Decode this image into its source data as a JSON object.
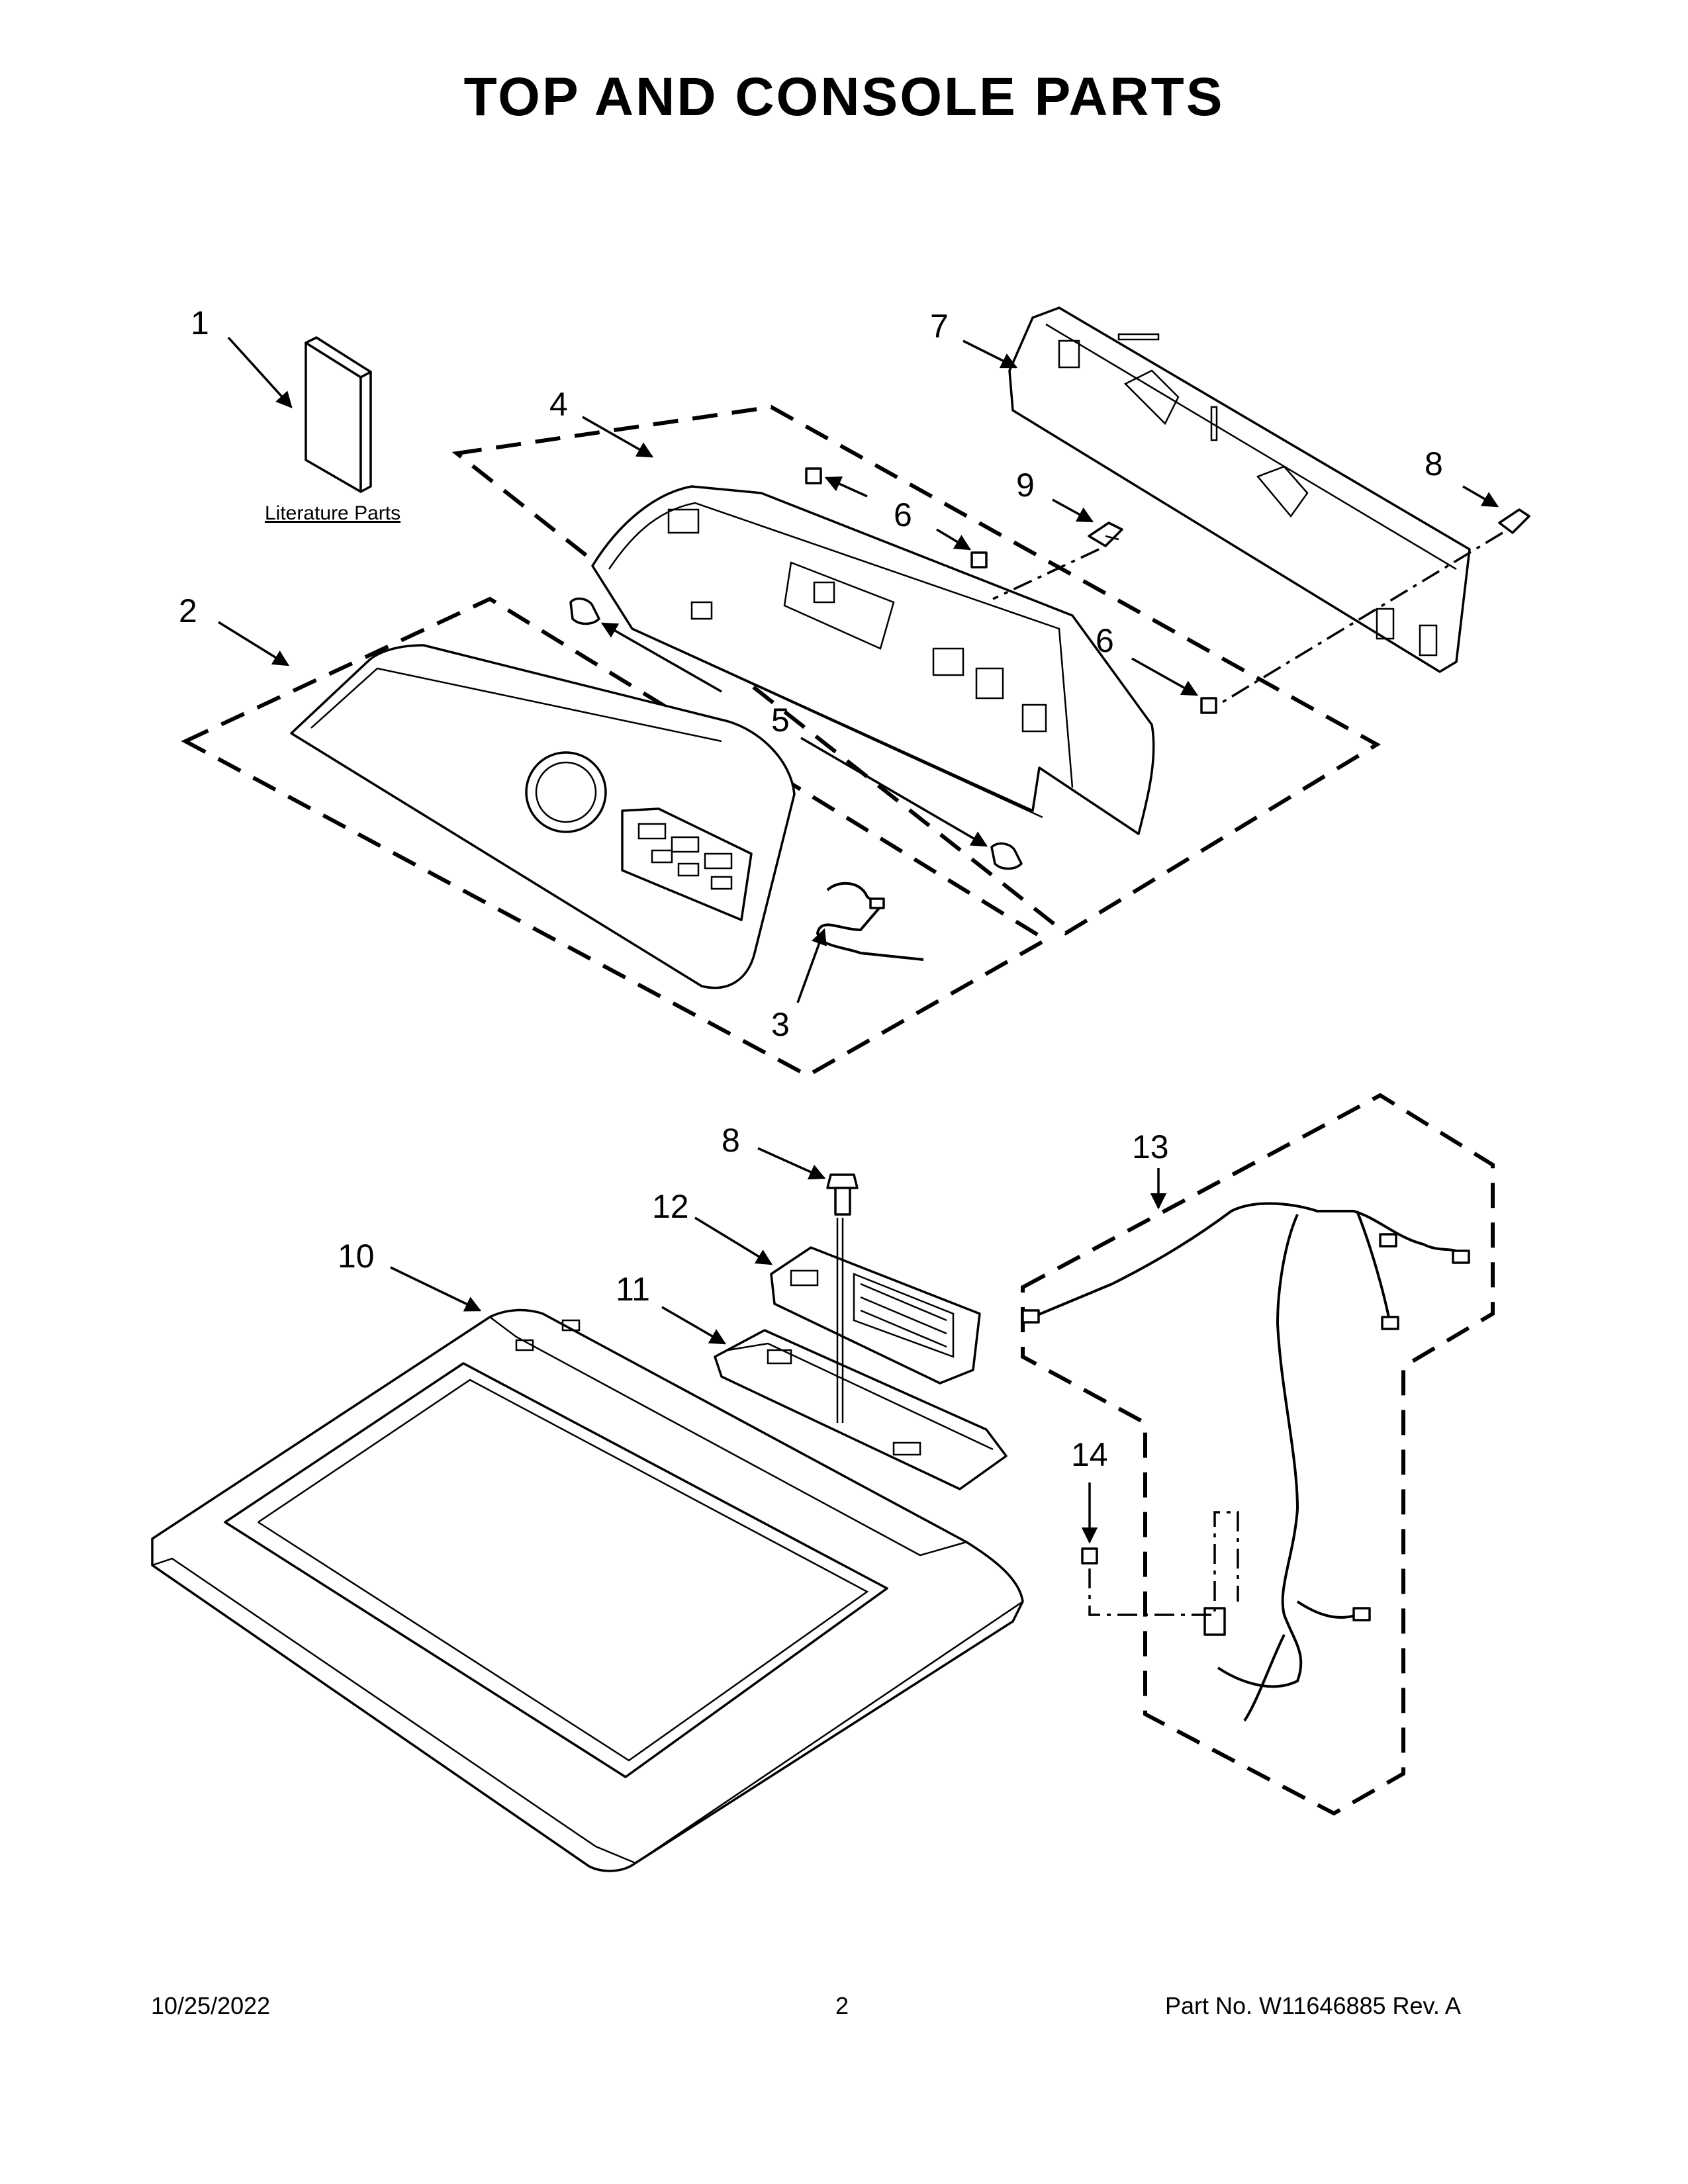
{
  "page": {
    "title": "TOP AND CONSOLE PARTS",
    "date": "10/25/2022",
    "page_number": "2",
    "part_number": "Part No.  W11646885  Rev.  A"
  },
  "diagram": {
    "literature_label": "Literature Parts",
    "callouts": {
      "c1": "1",
      "c2": "2",
      "c3": "3",
      "c4": "4",
      "c5": "5",
      "c6a": "6",
      "c6b": "6",
      "c7": "7",
      "c8a": "8",
      "c8b": "8",
      "c9": "9",
      "c10": "10",
      "c11": "11",
      "c12": "12",
      "c13": "13",
      "c14": "14"
    }
  }
}
